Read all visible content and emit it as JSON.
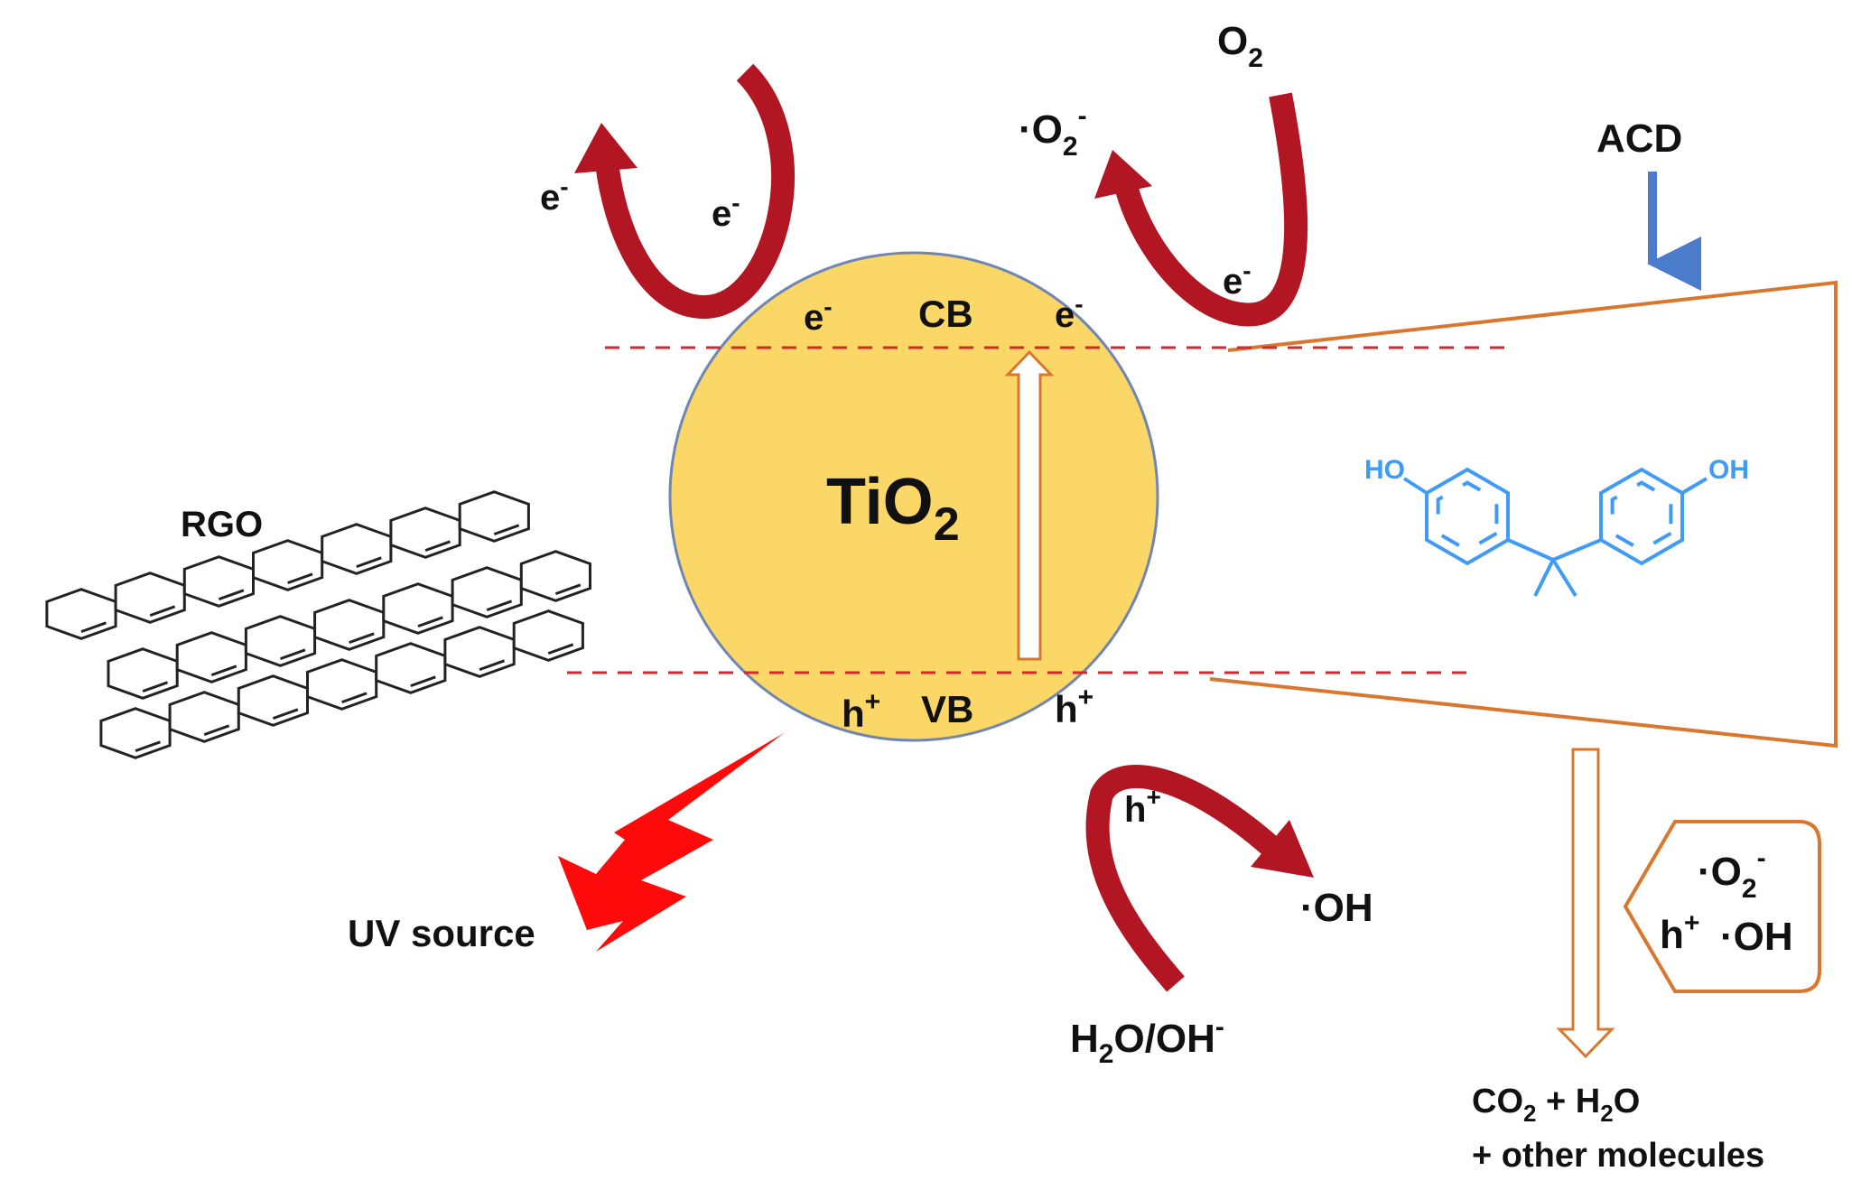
{
  "colors": {
    "particle_fill": "#FAD766",
    "particle_stroke": "#6f86b3",
    "band_line": "#d9262c",
    "electron_arrow": "#B11622",
    "adsorb_arrow": "#4A7CCB",
    "funnel": "#D9772F",
    "bpa_molecule": "#3F9BF5",
    "uv_bolt": "#FF0A0A",
    "graphene": "#222222"
  },
  "labels": {
    "tio2": {
      "main": "TiO",
      "sub": "2"
    },
    "rgo": "RGO",
    "uv_source": "UV source",
    "cb": "CB",
    "vb": "VB",
    "e_minus": {
      "base": "e",
      "sup": "-"
    },
    "h_plus": {
      "base": "h",
      "sup": "+"
    },
    "o2": {
      "base": "O",
      "sub": "2"
    },
    "superoxide": {
      "dot": "·",
      "base": "O",
      "sub": "2",
      "sup": "-"
    },
    "hydroxyl": "·OH",
    "water": {
      "h": "H",
      "sub": "2",
      "rest": "O/OH",
      "sup": "-"
    },
    "acd": "ACD",
    "bpa_oh": "OH",
    "bpa_ho": "HO",
    "products_line1": {
      "co": "CO",
      "co_sub": "2",
      "mid": " + H",
      "h_sub": "2",
      "end": "O"
    },
    "products_line2": "+ other molecules",
    "species_box": {
      "line1": {
        "dot": "·",
        "base": "O",
        "sub": "2",
        "sup": "-"
      },
      "line2_h": "h",
      "line2_h_sup": "+",
      "line2_oh": "·OH"
    }
  }
}
